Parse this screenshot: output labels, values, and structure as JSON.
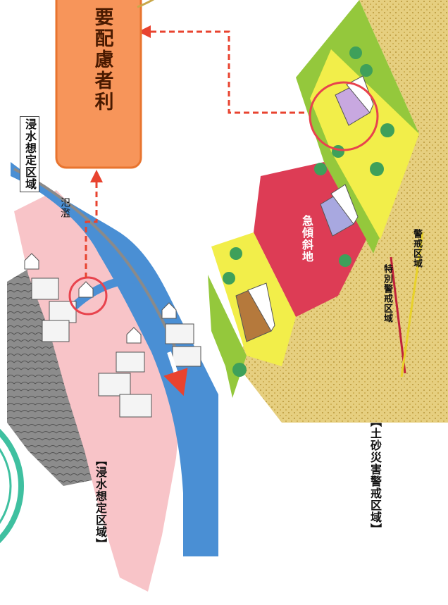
{
  "labels": {
    "callout": "要配慮者利",
    "flood_area_tag": "浸水想定区域",
    "overflow": "氾濫",
    "flood_area_caption": "【浸水想定区域】",
    "steep_slope": "急傾斜地",
    "special_warning_zone": "特別警戒区域",
    "warning_zone": "警戒区域",
    "landslide_caption": "【土砂災害警戒区域】"
  },
  "colors": {
    "callout_fill": "#f7955a",
    "callout_border": "#e8742f",
    "dashed_arrow": "#e8432f",
    "highlight_circle": "#e8434d",
    "river": "#4a8fd4",
    "flood_zone": "#f8c4c8",
    "steep_slope": "#dd3c55",
    "green_band": "#94c83c",
    "yellow_band": "#f2ee4a",
    "soil": "#e2cc7e",
    "special_zone_arrow": "#c0223a",
    "warning_zone_arrow": "#e8d22a",
    "teal_ring": "#3fc0a0"
  },
  "icons": [
    "house-icon",
    "building-icon",
    "tree-icon",
    "arrow-icon"
  ]
}
